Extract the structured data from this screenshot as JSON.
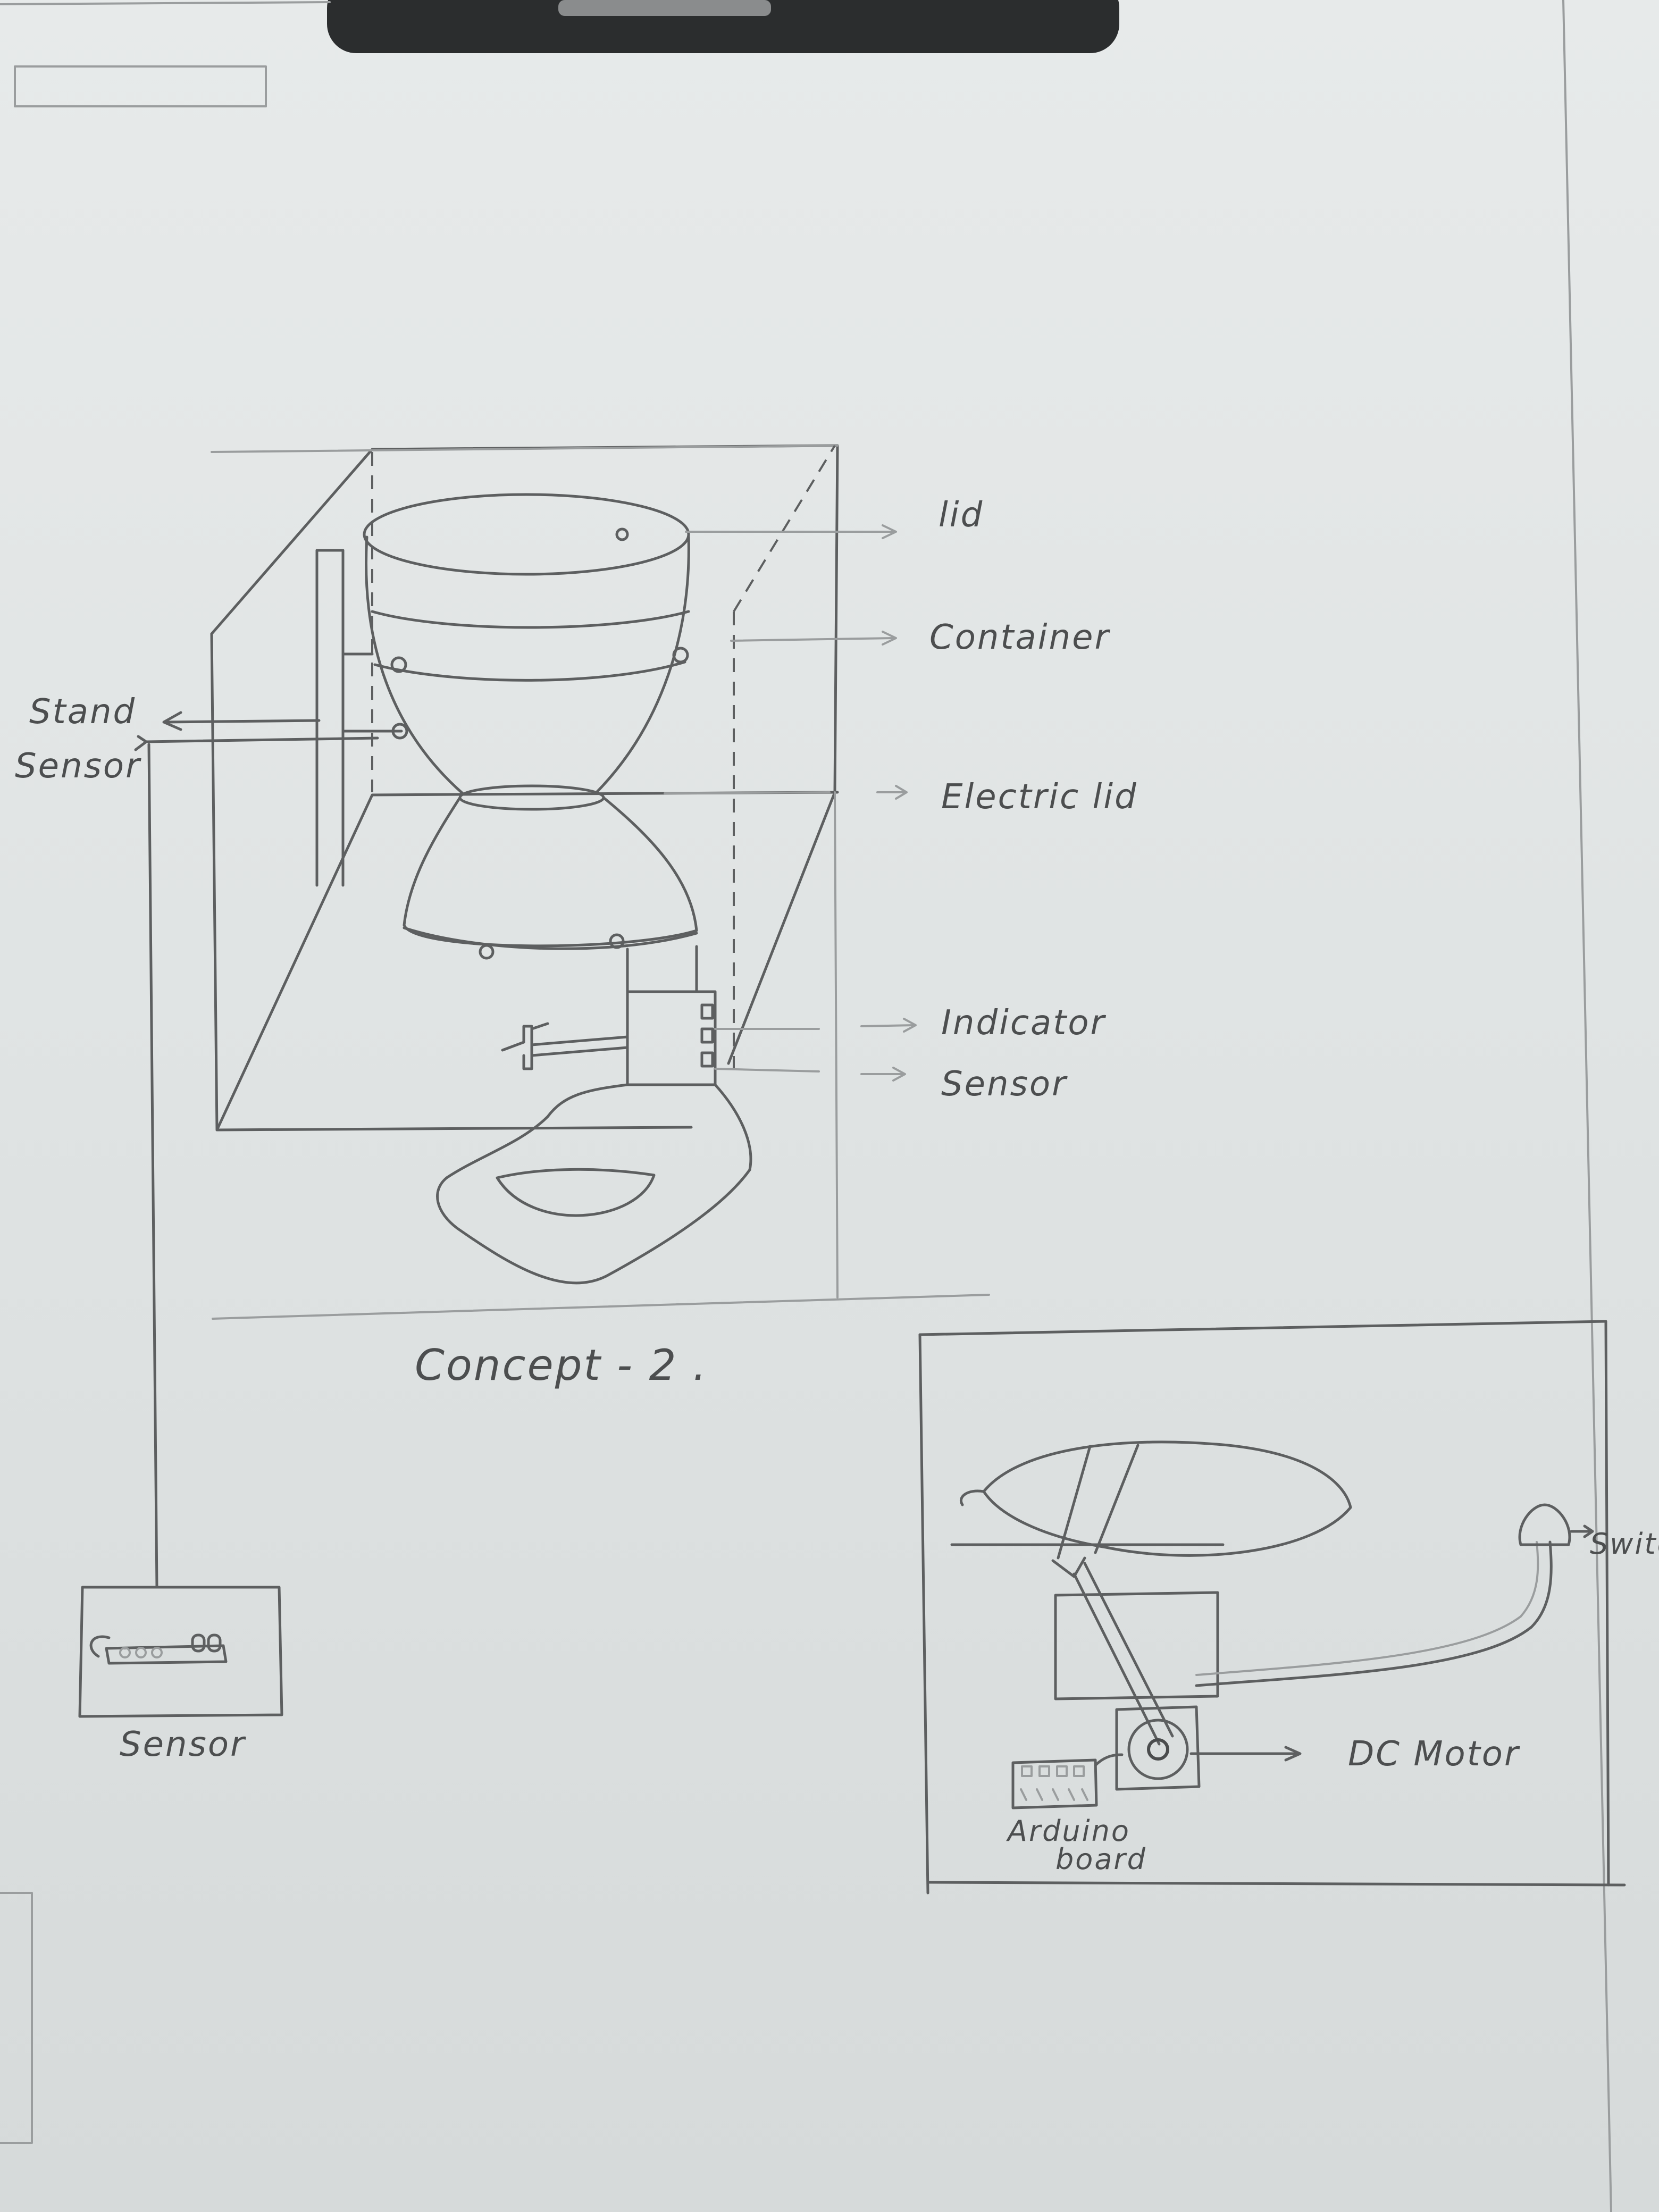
{
  "labels": {
    "lid": "lid",
    "container": "Container",
    "electric_lid": "Electric lid",
    "indicator": "Indicator",
    "sensor": "Sensor",
    "stand": "Stand",
    "stand_sensor": "Sensor",
    "concept": "Concept - 2 .",
    "bottom_sensor": "Sensor",
    "switch": "Switc",
    "dc_motor": "DC Motor",
    "arduino_line1": "Arduino",
    "arduino_line2": "board"
  }
}
